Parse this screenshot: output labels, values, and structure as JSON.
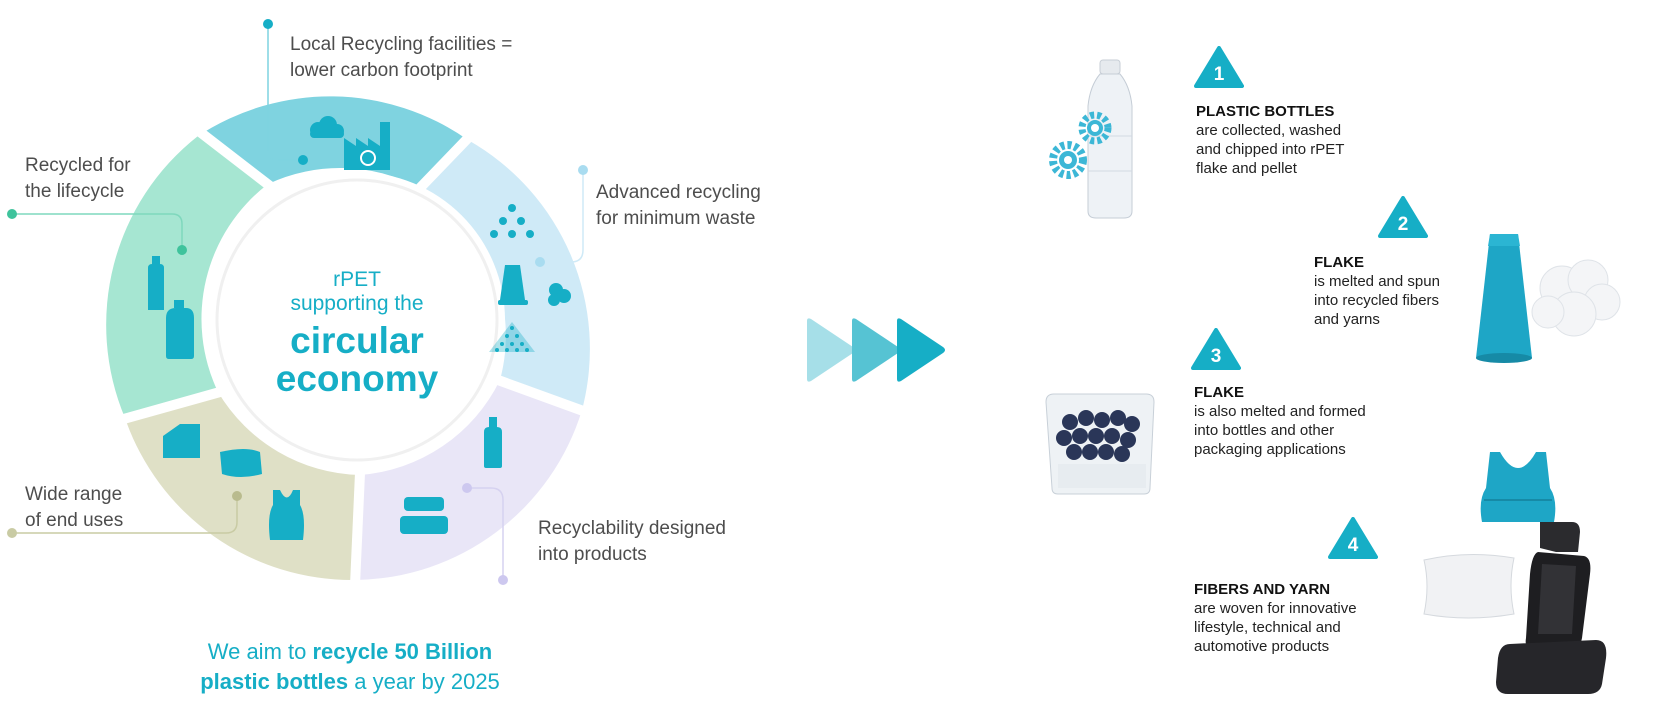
{
  "colors": {
    "teal": "#16aec6",
    "segment_top": "#7fd3e0",
    "segment_right": "#cfeaf7",
    "segment_bottom_right": "#e9e6f7",
    "segment_bottom_left": "#dfe0c6",
    "segment_left": "#a6e6d2"
  },
  "wheel": {
    "center_line1": "rPET",
    "center_line2": "supporting the",
    "center_line3": "circular",
    "center_line4": "economy",
    "labels": {
      "top_line1": "Local Recycling facilities =",
      "top_line2": "lower carbon footprint",
      "right_line1": "Advanced recycling",
      "right_line2": "for minimum waste",
      "bottom_right_line1": "Recyclability designed",
      "bottom_right_line2": "into products",
      "bottom_left_line1": "Wide range",
      "bottom_left_line2": "of end uses",
      "left_line1": "Recycled for",
      "left_line2": "the lifecycle"
    },
    "icons": [
      "cloud-icon",
      "factory-recycle-icon",
      "pellets-icon",
      "spool-icon",
      "cotton-icon",
      "flakes-icon",
      "bottle-icon",
      "food-container-icon",
      "car-door-icon",
      "pillow-icon",
      "tank-top-icon",
      "detergent-bottle-icon",
      "drink-bottle-icon"
    ]
  },
  "aim": {
    "prefix": "We aim to ",
    "bold1": "recycle 50 Billion",
    "bold2": "plastic bottles",
    "suffix": " a year by 2025"
  },
  "steps": [
    {
      "number": "1",
      "title": "PLASTIC BOTTLES",
      "desc_lines": [
        "are collected, washed",
        "and chipped into rPET",
        "flake and pellet"
      ]
    },
    {
      "number": "2",
      "title": "FLAKE",
      "desc_lines": [
        "is melted and spun",
        "into recycled fibers",
        "and yarns"
      ]
    },
    {
      "number": "3",
      "title": "FLAKE",
      "desc_lines": [
        "is also melted and formed",
        "into bottles and other",
        "packaging applications"
      ]
    },
    {
      "number": "4",
      "title": "FIBERS AND YARN",
      "desc_lines": [
        "are woven for innovative",
        "lifestyle, technical and",
        "automotive products"
      ]
    }
  ]
}
